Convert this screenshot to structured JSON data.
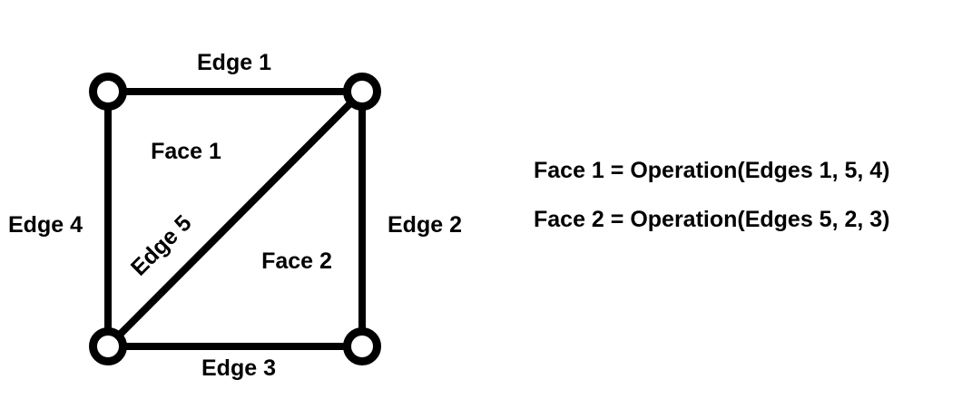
{
  "diagram": {
    "edge_labels": {
      "edge1": "Edge 1",
      "edge2": "Edge 2",
      "edge3": "Edge 3",
      "edge4": "Edge 4",
      "edge5": "Edge 5"
    },
    "face_labels": {
      "face1": "Face 1",
      "face2": "Face 2"
    },
    "vertex_count": 4,
    "edge_count": 5,
    "face_count": 2
  },
  "annotations": {
    "line1": "Face 1 = Operation(Edges 1, 5, 4)",
    "line2": "Face 2 = Operation(Edges 5, 2, 3)"
  },
  "colors": {
    "stroke": "#000000",
    "background": "#ffffff",
    "vertex_fill": "#ffffff"
  }
}
